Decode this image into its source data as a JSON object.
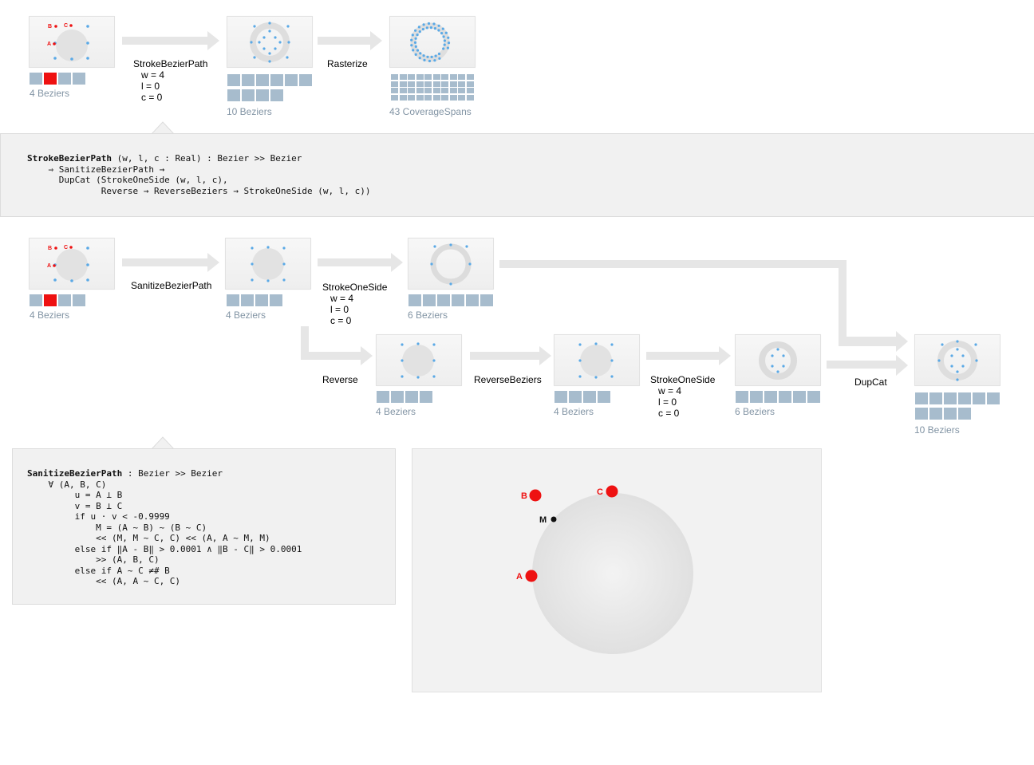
{
  "stroke_pipeline": {
    "input_count": "4 Beziers",
    "op1_name": "StrokeBezierPath",
    "op1_params": [
      "w = 4",
      "l = 0",
      "c = 0"
    ],
    "mid_count": "10 Beziers",
    "op2_name": "Rasterize",
    "output_count": "43 CoverageSpans"
  },
  "stroke_code": {
    "name": "StrokeBezierPath",
    "signature": " (w, l, c : Real) : Bezier >> Bezier",
    "lines": [
      "    ⇒ SanitizeBezierPath →",
      "      DupCat (StrokeOneSide (w, l, c),",
      "              Reverse → ReverseBeziers → StrokeOneSide (w, l, c))"
    ]
  },
  "detail_pipeline": {
    "input_count": "4 Beziers",
    "sanitize_name": "SanitizeBezierPath",
    "sanitized_count": "4 Beziers",
    "side1_name": "StrokeOneSide",
    "side1_params": [
      "w = 4",
      "l = 0",
      "c = 0"
    ],
    "side1_count": "6 Beziers",
    "reverse_name": "Reverse",
    "reverse_count": "4 Beziers",
    "reverse_beziers_name": "ReverseBeziers",
    "reverse_beziers_count": "4 Beziers",
    "side2_name": "StrokeOneSide",
    "side2_params": [
      "w = 4",
      "l = 0",
      "c = 0"
    ],
    "side2_count": "6 Beziers",
    "dupcat_name": "DupCat",
    "output_count": "10 Beziers"
  },
  "sanitize_code": {
    "name": "SanitizeBezierPath",
    "signature": " : Bezier >> Bezier",
    "lines": [
      "    ∀ (A, B, C)",
      "         u = A ⊥ B",
      "         v = B ⊥ C",
      "         if u · v < -0.9999",
      "             M = (A ~ B) ~ (B ~ C)",
      "             << (M, M ~ C, C) << (A, A ~ M, M)",
      "         else if ‖A - B‖ > 0.0001 ∧ ‖B - C‖ > 0.0001",
      "             >> (A, B, C)",
      "         else if A ~ C ≠# B",
      "             << (A, A ~ C, C)"
    ]
  },
  "point_labels": {
    "a": "A",
    "b": "B",
    "c": "C",
    "m": "M"
  },
  "colors": {
    "point_red": "#ee1111",
    "point_blue": "#5aa9e6",
    "cell_blue": "#a7bccd",
    "arrow_gray": "#e6e6e6"
  }
}
